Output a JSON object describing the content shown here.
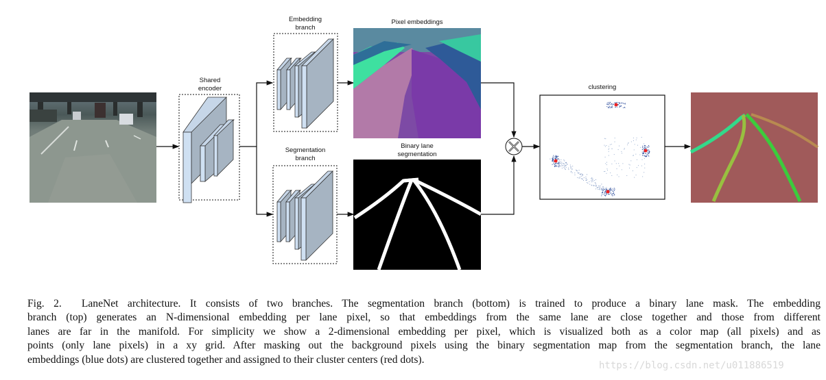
{
  "figure": {
    "labels": {
      "shared_encoder": [
        "Shared",
        "encoder"
      ],
      "embedding_branch": [
        "Embedding",
        "branch"
      ],
      "segmentation_branch": [
        "Segmentation",
        "branch"
      ],
      "pixel_embeddings": "Pixel embeddings",
      "binary_lane_segmentation": [
        "Binary lane",
        "segmentation"
      ],
      "clustering": "clustering"
    },
    "operator_symbol": "⊗",
    "clusters": {
      "center_color": "#ee2222",
      "point_color": "#2a4a9a",
      "count": 4
    },
    "output_colors": {
      "background": "#a05a5a",
      "lane_1": "#33d98a",
      "lane_2": "#98c040",
      "lane_3": "#3ccc3c",
      "lane_4": "#b88a50"
    }
  },
  "caption": {
    "lines": [
      "Fig. 2.  LaneNet architecture. It consists of two branches. The segmentation branch (bottom) is trained to produce a binary lane mask. The embedding",
      "branch (top) generates an N-dimensional embedding per lane pixel, so that embeddings from the same lane are close together and those from different",
      "lanes are far in the manifold. For simplicity we show a 2-dimensional embedding per pixel, which is visualized both as a color map (all pixels) and as",
      "points (only lane pixels) in a xy grid. After masking out the background pixels using the binary segmentation map from the segmentation branch, the lane",
      "embeddings (blue dots) are clustered together and assigned to their cluster centers (red dots)."
    ]
  },
  "watermark": "https://blog.csdn.net/u011886519"
}
